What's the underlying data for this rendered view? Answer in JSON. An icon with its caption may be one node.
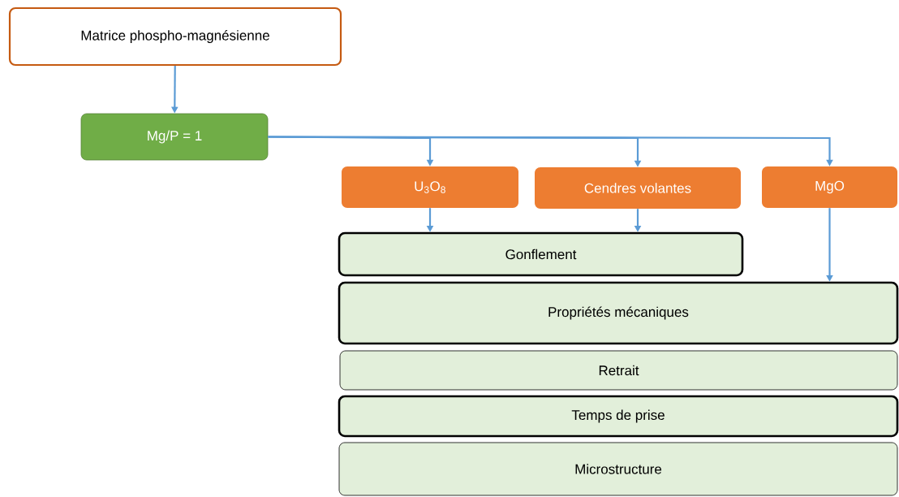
{
  "diagram": {
    "nodes": [
      {
        "text": [
          "Matrice phospho-magnésienne"
        ]
      },
      {
        "text": [
          "Mg/P = 1"
        ]
      },
      {
        "text": [
          "U$_{3}$O$_{8}$"
        ]
      },
      {
        "text": [
          "Cendres volantes"
        ]
      },
      {
        "text": [
          "MgO"
        ]
      },
      {
        "text": [
          "Gonflement"
        ]
      },
      {
        "text": [
          "Propriétés mécaniques"
        ]
      },
      {
        "text": [
          "Retrait"
        ]
      },
      {
        "text": [
          "Temps de prise"
        ]
      },
      {
        "text": [
          "Microstructure"
        ]
      }
    ],
    "edges": [
      {
        "from": 0,
        "to": 1,
        "arrow": "to"
      },
      {
        "from": 1,
        "to": 2,
        "arrow": "to"
      },
      {
        "from": 1,
        "to": 3,
        "arrow": "to"
      },
      {
        "from": 1,
        "to": 4,
        "arrow": "to"
      },
      {
        "from": 2,
        "to": 5,
        "arrow": "to"
      },
      {
        "from": 3,
        "to": 5,
        "arrow": "to"
      },
      {
        "from": 4,
        "to": 6,
        "arrow": "to"
      }
    ]
  }
}
